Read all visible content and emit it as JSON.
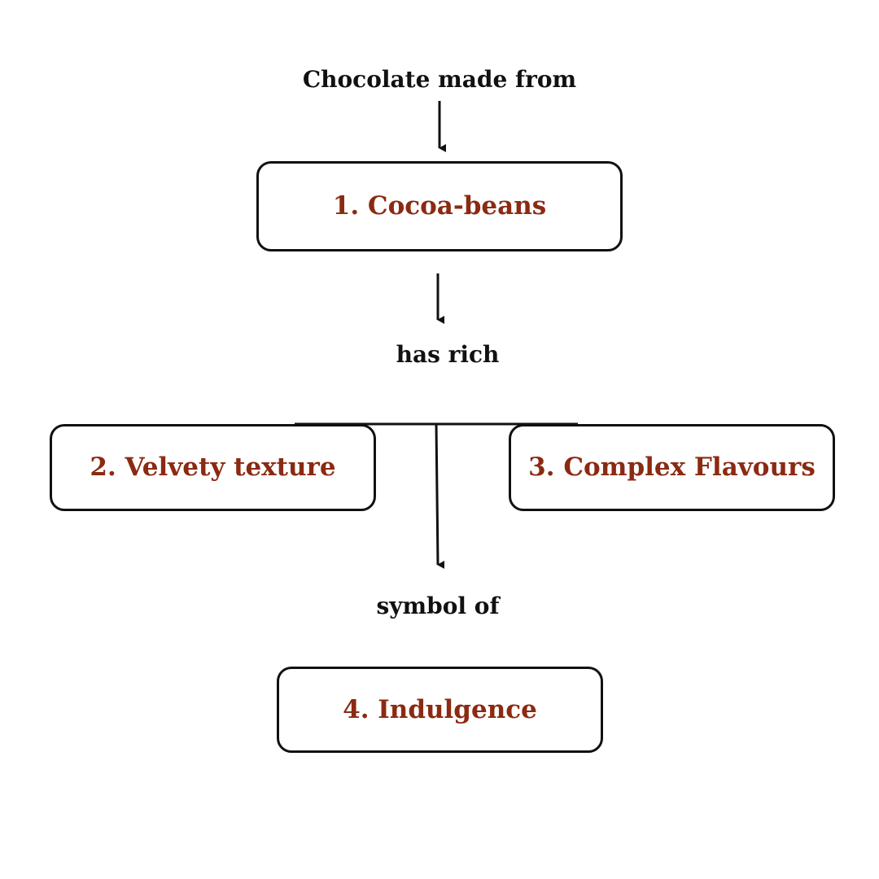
{
  "connector_labels": {
    "top": "Chocolate made from",
    "middle": "has rich",
    "bottom": "symbol of"
  },
  "nodes": [
    {
      "text": "1. Cocoa-beans"
    },
    {
      "text": "2. Velvety texture"
    },
    {
      "text": "3. Complex Flavours"
    },
    {
      "text": "4. Indulgence"
    }
  ],
  "colors": {
    "node_text": "#8b2a12",
    "label_text": "#111111",
    "border": "#111111"
  }
}
